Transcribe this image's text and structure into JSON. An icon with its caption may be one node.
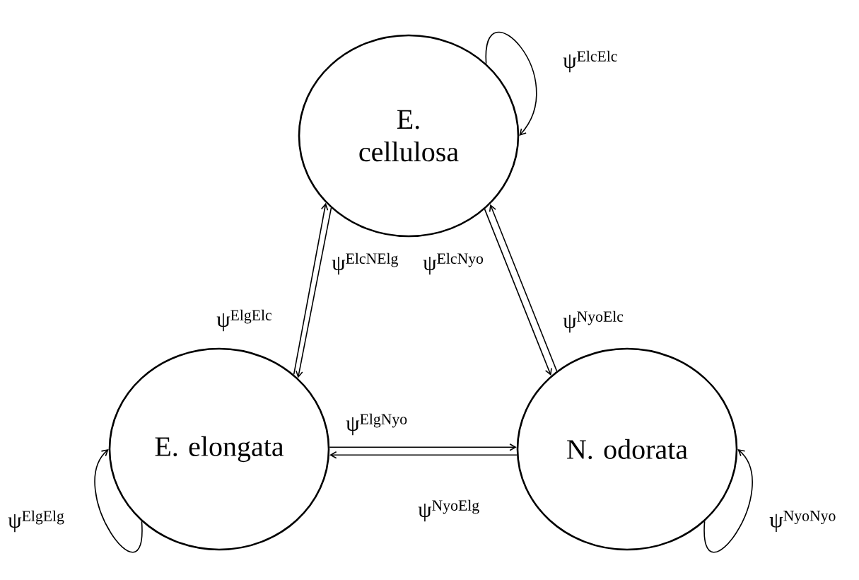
{
  "diagram": {
    "nodes": [
      {
        "text": [
          "E. cellulosa"
        ]
      },
      {
        "text": [
          "E. elongata"
        ]
      },
      {
        "text": [
          "N. odorata"
        ]
      }
    ],
    "edges": [
      {
        "from": 1,
        "to": 0,
        "arrow": "to",
        "label": "ψ$^{ElgElc}$"
      },
      {
        "from": 0,
        "to": 1,
        "arrow": "to",
        "label": "ψ$^{ElcNElg}$"
      },
      {
        "from": 0,
        "to": 2,
        "arrow": "to",
        "label": "ψ$^{ElcNyo}$"
      },
      {
        "from": 2,
        "to": 0,
        "arrow": "to",
        "label": "ψ$^{NyoElc}$"
      },
      {
        "from": 1,
        "to": 2,
        "arrow": "to",
        "label": "ψ$^{ElgNyo}$"
      },
      {
        "from": 2,
        "to": 1,
        "arrow": "to",
        "label": "ψ$^{NyoElg}$"
      },
      {
        "from": 0,
        "to": 0,
        "arrow": "to",
        "label": "ψ$^{ElcElc}$"
      },
      {
        "from": 1,
        "to": 1,
        "arrow": "to",
        "label": "ψ$^{ElgElg}$"
      },
      {
        "from": 2,
        "to": 2,
        "arrow": "to",
        "label": "ψ$^{NyoNyo}$"
      }
    ]
  }
}
